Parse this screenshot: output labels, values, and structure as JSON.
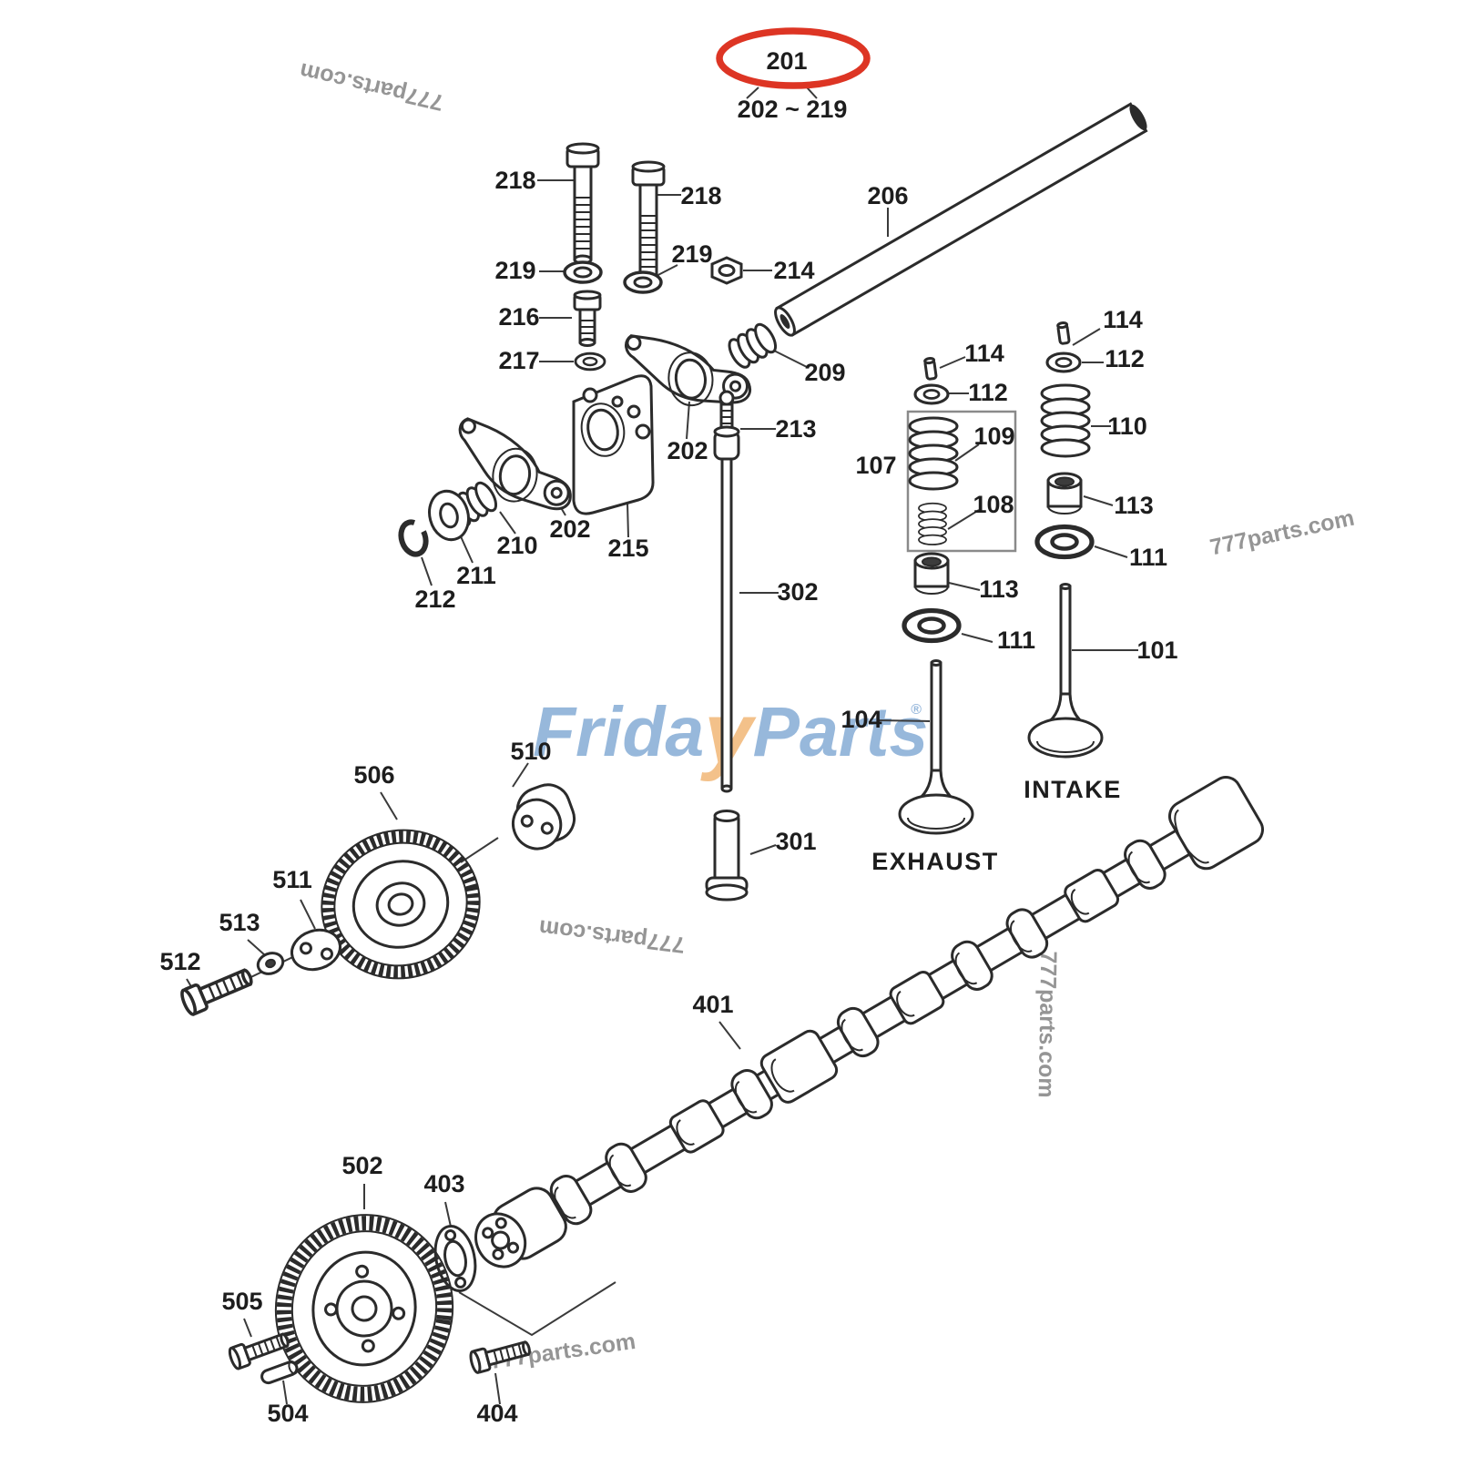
{
  "diagram": {
    "type": "exploded-parts-diagram",
    "subject": "engine valve train and camshaft assembly",
    "highlight": {
      "circled_part": "201",
      "range_label": "202 ~ 219"
    }
  },
  "labels": {
    "n201": "201",
    "range": "202 ~ 219",
    "n218a": "218",
    "n218b": "218",
    "n219a": "219",
    "n219b": "219",
    "n216": "216",
    "n217": "217",
    "n214": "214",
    "n206": "206",
    "n209": "209",
    "n213": "213",
    "n202a": "202",
    "n202b": "202",
    "n215": "215",
    "n210": "210",
    "n211": "211",
    "n212": "212",
    "n302": "302",
    "n301": "301",
    "n114a": "114",
    "n112a": "112",
    "n107": "107",
    "n109": "109",
    "n108": "108",
    "n113a": "113",
    "n111a": "111",
    "n114b": "114",
    "n112b": "112",
    "n110": "110",
    "n113b": "113",
    "n111b": "111",
    "n101": "101",
    "n104": "104",
    "exhaust": "EXHAUST",
    "intake": "INTAKE",
    "n510": "510",
    "n506": "506",
    "n511": "511",
    "n513": "513",
    "n512": "512",
    "n401": "401",
    "n502": "502",
    "n403": "403",
    "n505": "505",
    "n504": "504",
    "n404": "404"
  },
  "watermark": {
    "text": "777parts.com"
  },
  "logo": {
    "frida": "Frida",
    "y": "y",
    "parts": "Parts",
    "reg": "®"
  },
  "colors": {
    "highlight_red": "#dd3524",
    "logo_blue": "#8fb2d9",
    "logo_orange": "#f2bc81",
    "line": "#2b2b2b",
    "watermark_gray": "#6d6d6d"
  }
}
